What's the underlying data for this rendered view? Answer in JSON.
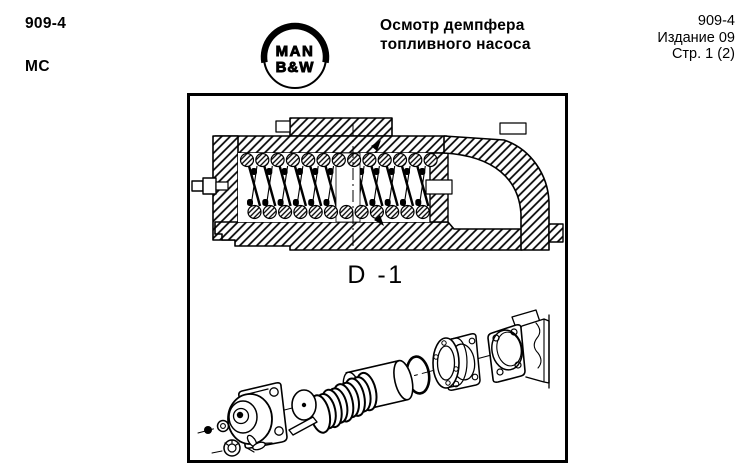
{
  "header": {
    "doc_left": "909-4",
    "engine": "MC",
    "logo_top": "MAN",
    "logo_bottom": "B&W",
    "title1": "Осмотр демпфера",
    "title2": "топливного насоса",
    "doc_right": "909-4",
    "edition": "Издание 09",
    "page": "Стр. 1 (2)"
  },
  "figure": {
    "section_label": "D -1"
  },
  "colors": {
    "ink": "#000000",
    "paper": "#ffffff"
  }
}
